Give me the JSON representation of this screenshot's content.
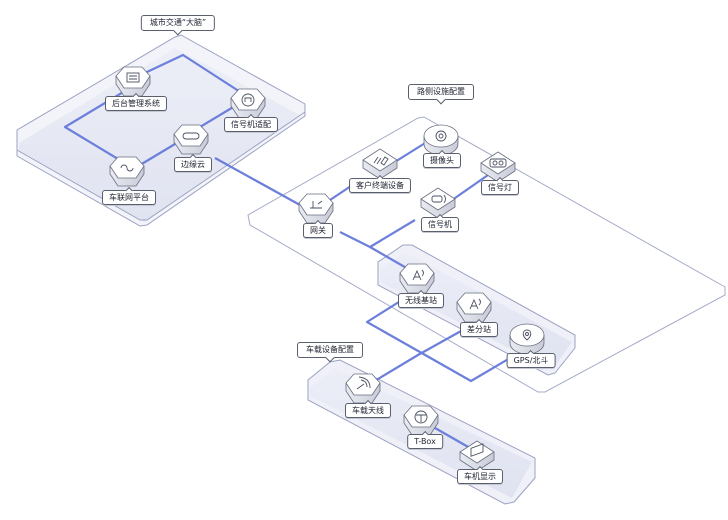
{
  "title": "城市交通网络拓扑图",
  "colors": {
    "link": "#6b7fdb",
    "platform_fill": "#e4e6f3",
    "platform_stroke": "#a5abc6",
    "node_top": "#ffffff",
    "node_side": "#d9dce6",
    "label_border": "#5a5f6e"
  },
  "groups": [
    {
      "id": "brain",
      "label": "城市交通“大脑”"
    },
    {
      "id": "roadside",
      "label": "路侧设施配置"
    },
    {
      "id": "vehicle",
      "label": "车载设备配置"
    }
  ],
  "nodes": [
    {
      "id": "backend",
      "label": "后台管理系统",
      "icon": "server-rack-icon",
      "group": "brain"
    },
    {
      "id": "signal-adapter",
      "label": "信号机适配",
      "icon": "signal-adapter-icon",
      "group": "brain"
    },
    {
      "id": "edge-cloud",
      "label": "边缘云",
      "icon": "edge-cloud-icon",
      "group": "brain"
    },
    {
      "id": "v2x-platform",
      "label": "车联网平台",
      "icon": "link-chain-icon",
      "group": "brain"
    },
    {
      "id": "gateway",
      "label": "网关",
      "icon": "gateway-icon",
      "group": "roadside"
    },
    {
      "id": "customer-terminal",
      "label": "客户终端设备",
      "icon": "terminal-device-icon",
      "group": "roadside"
    },
    {
      "id": "camera",
      "label": "摄像头",
      "icon": "camera-icon",
      "group": "roadside"
    },
    {
      "id": "traffic-light",
      "label": "信号灯",
      "icon": "traffic-light-icon",
      "group": "roadside"
    },
    {
      "id": "signal-controller",
      "label": "信号机",
      "icon": "signal-controller-icon",
      "group": "roadside"
    },
    {
      "id": "base-station",
      "label": "无线基站",
      "icon": "antenna-tower-icon",
      "group": "roadside"
    },
    {
      "id": "diff-station",
      "label": "差分站",
      "icon": "antenna-tower-icon",
      "group": "roadside"
    },
    {
      "id": "gps",
      "label": "GPS/北斗",
      "icon": "location-pin-icon",
      "group": "roadside"
    },
    {
      "id": "vehicle-antenna",
      "label": "车载天线",
      "icon": "wifi-signal-icon",
      "group": "vehicle"
    },
    {
      "id": "tbox",
      "label": "T-Box",
      "icon": "tbox-icon",
      "group": "vehicle"
    },
    {
      "id": "car-display",
      "label": "车机显示",
      "icon": "display-grid-icon",
      "group": "vehicle"
    }
  ],
  "links": [
    [
      "v2x-platform",
      "backend"
    ],
    [
      "backend",
      "signal-adapter"
    ],
    [
      "v2x-platform",
      "edge-cloud"
    ],
    [
      "edge-cloud",
      "signal-adapter"
    ],
    [
      "edge-cloud",
      "gateway"
    ],
    [
      "gateway",
      "customer-terminal"
    ],
    [
      "customer-terminal",
      "camera"
    ],
    [
      "gateway",
      "signal-controller"
    ],
    [
      "signal-controller",
      "traffic-light"
    ],
    [
      "gateway",
      "base-station"
    ],
    [
      "base-station",
      "gps"
    ],
    [
      "diff-station",
      "vehicle-antenna"
    ],
    [
      "tbox",
      "car-display"
    ]
  ]
}
